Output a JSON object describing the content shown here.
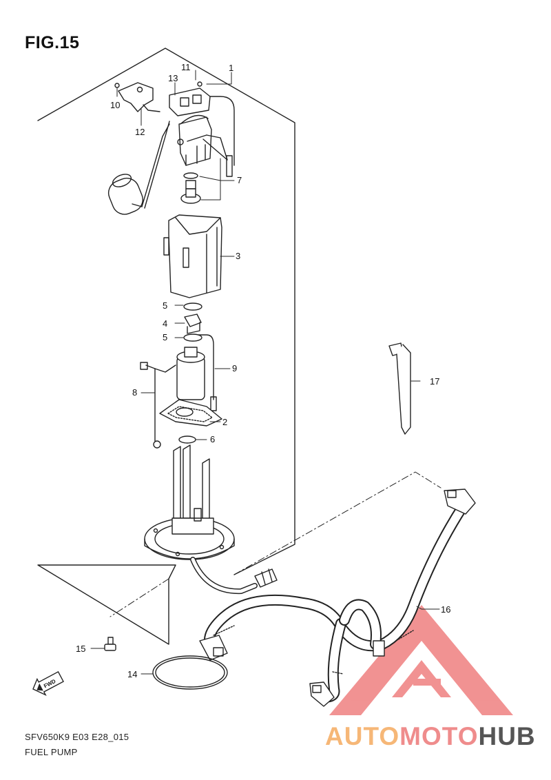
{
  "figure": {
    "title": "FIG.15",
    "model_code": "SFV650K9 E03 E28_015",
    "name": "FUEL PUMP"
  },
  "callouts": [
    {
      "id": "c1",
      "label": "1"
    },
    {
      "id": "c2",
      "label": "2"
    },
    {
      "id": "c3",
      "label": "3"
    },
    {
      "id": "c4",
      "label": "4"
    },
    {
      "id": "c5a",
      "label": "5"
    },
    {
      "id": "c5b",
      "label": "5"
    },
    {
      "id": "c6",
      "label": "6"
    },
    {
      "id": "c7",
      "label": "7"
    },
    {
      "id": "c8",
      "label": "8"
    },
    {
      "id": "c9",
      "label": "9"
    },
    {
      "id": "c10",
      "label": "10"
    },
    {
      "id": "c11",
      "label": "11"
    },
    {
      "id": "c12",
      "label": "12"
    },
    {
      "id": "c13",
      "label": "13"
    },
    {
      "id": "c14",
      "label": "14"
    },
    {
      "id": "c15",
      "label": "15"
    },
    {
      "id": "c16",
      "label": "16"
    },
    {
      "id": "c17",
      "label": "17"
    }
  ],
  "direction_marker": "FWD",
  "watermark": {
    "part1": "AUTO",
    "part2": "MOTO",
    "part3": "HUB",
    "color_triangle": "#ef8080"
  }
}
